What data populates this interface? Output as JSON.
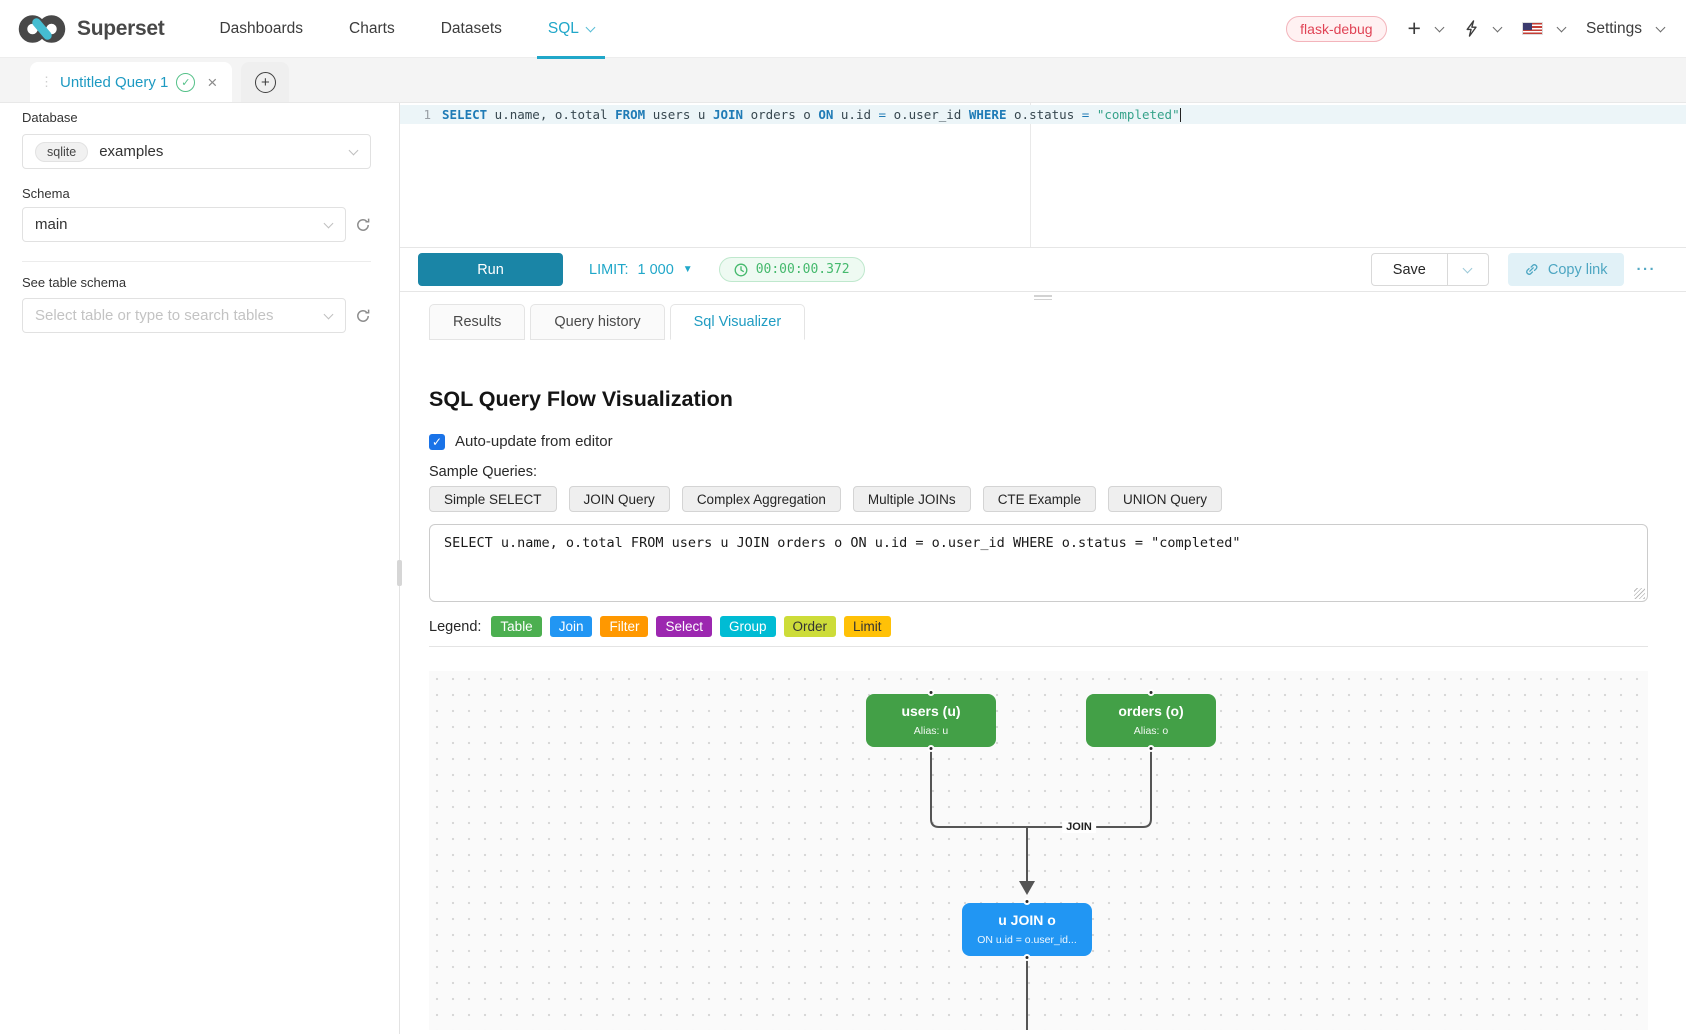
{
  "colors": {
    "accent": "#20a7c9",
    "run_button": "#1a85a6",
    "timer_green": "#45b96d",
    "env_badge_red": "#e04355",
    "node_table_green": "#43a047",
    "node_join_blue": "#2196f3",
    "edge_gray": "#555555"
  },
  "icons": {
    "superset_logo": "infinity-mark",
    "caret_down": "chevron",
    "limit_caret": "▼",
    "close": "×",
    "check": "✓",
    "new_tab": "+",
    "more": "···"
  },
  "navbar": {
    "brand": "Superset",
    "items": [
      {
        "label": "Dashboards",
        "active": false,
        "caret": false
      },
      {
        "label": "Charts",
        "active": false,
        "caret": false
      },
      {
        "label": "Datasets",
        "active": false,
        "caret": false
      },
      {
        "label": "SQL",
        "active": true,
        "caret": true
      }
    ],
    "env_badge": "flask-debug",
    "plus_label": "+",
    "settings_label": "Settings"
  },
  "query_tabs": {
    "active_tab_label": "Untitled Query 1",
    "close_glyph": "×",
    "check_glyph": "✓",
    "new_tab_glyph": "+"
  },
  "sidebar": {
    "database_label": "Database",
    "database_engine": "sqlite",
    "database_value": "examples",
    "schema_label": "Schema",
    "schema_value": "main",
    "table_section_label": "See table schema",
    "table_placeholder": "Select table or type to search tables"
  },
  "editor": {
    "line_number": "1",
    "tokens": [
      {
        "text": "SELECT",
        "type": "kw"
      },
      {
        "text": " u.name, o.total ",
        "type": "plain"
      },
      {
        "text": "FROM",
        "type": "kw"
      },
      {
        "text": " users u ",
        "type": "plain"
      },
      {
        "text": "JOIN",
        "type": "kw"
      },
      {
        "text": " orders o ",
        "type": "plain"
      },
      {
        "text": "ON",
        "type": "kw"
      },
      {
        "text": " u.id ",
        "type": "plain"
      },
      {
        "text": "=",
        "type": "op"
      },
      {
        "text": " o.user_id ",
        "type": "plain"
      },
      {
        "text": "WHERE",
        "type": "kw"
      },
      {
        "text": " o.status ",
        "type": "plain"
      },
      {
        "text": "=",
        "type": "op"
      },
      {
        "text": " ",
        "type": "plain"
      },
      {
        "text": "\"completed\"",
        "type": "str"
      }
    ]
  },
  "toolbar": {
    "run_label": "Run",
    "limit_label": "LIMIT:",
    "limit_value": "1 000",
    "timer_value": "00:00:00.372",
    "save_label": "Save",
    "copy_link_label": "Copy link",
    "more_label": "···"
  },
  "result_tabs": [
    {
      "label": "Results",
      "active": false
    },
    {
      "label": "Query history",
      "active": false
    },
    {
      "label": "Sql Visualizer",
      "active": true
    }
  ],
  "visualizer": {
    "title": "SQL Query Flow Visualization",
    "auto_update_label": "Auto-update from editor",
    "auto_update_checked": true,
    "sample_queries_label": "Sample Queries:",
    "sample_buttons": [
      "Simple SELECT",
      "JOIN Query",
      "Complex Aggregation",
      "Multiple JOINs",
      "CTE Example",
      "UNION Query"
    ],
    "sql_text": "SELECT u.name, o.total FROM users u JOIN orders o ON u.id = o.user_id WHERE o.status = \"completed\"",
    "legend_label": "Legend:",
    "legend_items": [
      {
        "label": "Table",
        "color": "#4caf50",
        "text_color": "#ffffff"
      },
      {
        "label": "Join",
        "color": "#2196f3",
        "text_color": "#ffffff"
      },
      {
        "label": "Filter",
        "color": "#ff9800",
        "text_color": "#ffffff"
      },
      {
        "label": "Select",
        "color": "#9c27b0",
        "text_color": "#ffffff"
      },
      {
        "label": "Group",
        "color": "#00bcd4",
        "text_color": "#ffffff"
      },
      {
        "label": "Order",
        "color": "#cddc39",
        "text_color": "#333333"
      },
      {
        "label": "Limit",
        "color": "#ffc107",
        "text_color": "#333333"
      }
    ],
    "diagram": {
      "nodes": [
        {
          "title": "users (u)",
          "subtitle": "Alias: u",
          "color": "#43a047"
        },
        {
          "title": "orders (o)",
          "subtitle": "Alias: o",
          "color": "#43a047"
        },
        {
          "title": "u JOIN o",
          "subtitle": "ON u.id = o.user_id...",
          "color": "#2196f3"
        }
      ],
      "edge_label": "JOIN"
    }
  }
}
